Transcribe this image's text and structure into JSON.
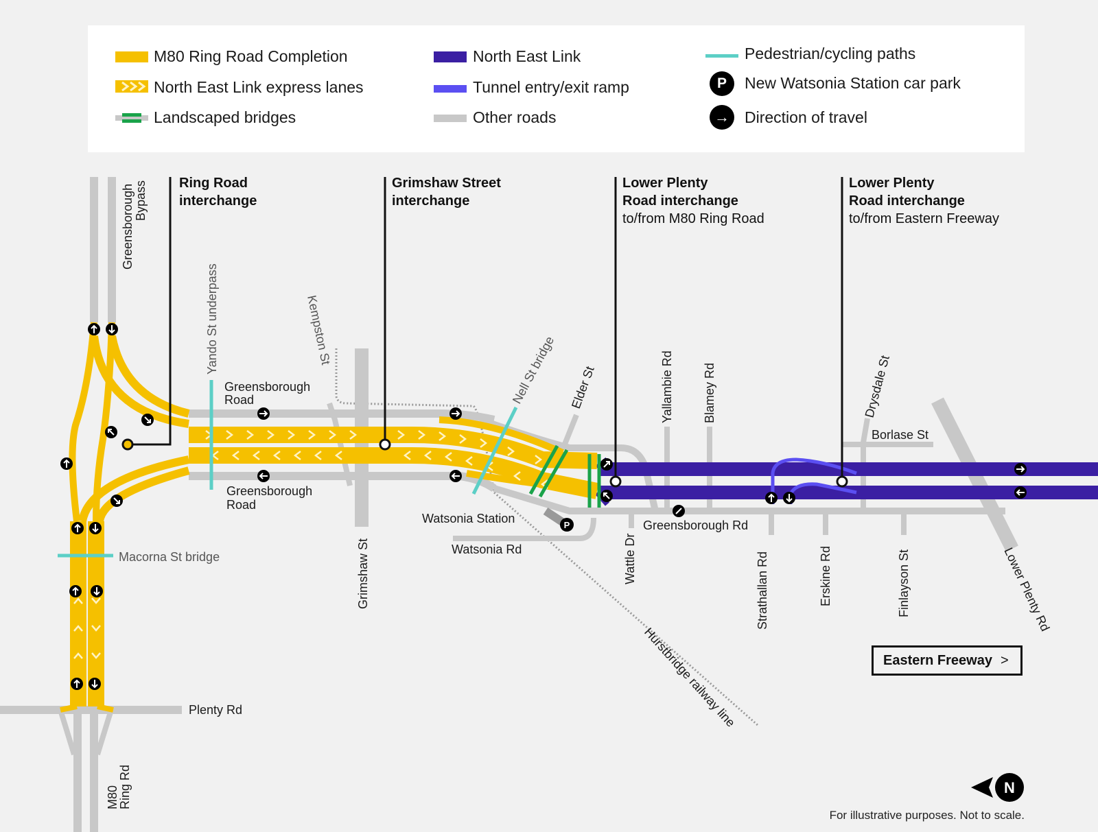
{
  "legend": {
    "items": [
      {
        "label": "M80 Ring Road Completion",
        "swatch": "#f5c000"
      },
      {
        "label": "North East Link express lanes",
        "swatch": "#f5c000"
      },
      {
        "label": "Landscaped bridges",
        "swatch": "#1aa34a"
      },
      {
        "label": "North East Link",
        "swatch": "#3b1fa3"
      },
      {
        "label": "Tunnel entry/exit ramp",
        "swatch": "#5b4ff2"
      },
      {
        "label": "Other roads",
        "swatch": "#c8c8c8"
      },
      {
        "label": "Pedestrian/cycling paths",
        "swatch": "#5ccfc6"
      },
      {
        "label": "New Watsonia Station car park",
        "icon": "parking-icon",
        "glyph": "P"
      },
      {
        "label": "Direction of travel",
        "icon": "arrow-right-icon",
        "glyph": "→"
      }
    ]
  },
  "callouts": {
    "ring_road": {
      "line1": "Ring Road",
      "line2": "interchange"
    },
    "grimshaw": {
      "line1": "Grimshaw Street",
      "line2": "interchange"
    },
    "lower_plenty_m80": {
      "line1": "Lower Plenty",
      "line2": "Road interchange",
      "line3": "to/from M80 Ring Road"
    },
    "lower_plenty_eastern": {
      "line1": "Lower Plenty",
      "line2": "Road interchange",
      "line3": "to/from Eastern Freeway"
    }
  },
  "labels": {
    "greensborough_bypass_1": "Greensborough",
    "greensborough_bypass_2": "Bypass",
    "yando": "Yando St underpass",
    "kempston": "Kempston St",
    "greensborough_road_top_1": "Greensborough",
    "greensborough_road_top_2": "Road",
    "greensborough_road_bottom_1": "Greensborough",
    "greensborough_road_bottom_2": "Road",
    "grimshaw_st": "Grimshaw St",
    "nell_st": "Nell St bridge",
    "elder_st": "Elder St",
    "yallambie": "Yallambie Rd",
    "blamey": "Blamey Rd",
    "drysdale": "Drysdale St",
    "borlase": "Borlase St",
    "watsonia_station": "Watsonia Station",
    "watsonia_rd": "Watsonia Rd",
    "wattle_dr": "Wattle Dr",
    "greensborough_rd": "Greensborough Rd",
    "strathallan": "Strathallan Rd",
    "erskine": "Erskine Rd",
    "finlayson": "Finlayson St",
    "lower_plenty_rd": "Lower Plenty Rd",
    "macorna": "Macorna St bridge",
    "plenty_rd": "Plenty Rd",
    "m80_1": "M80",
    "m80_2": "Ring Rd",
    "hurstbridge": "Hurstbridge railway line"
  },
  "eastern_freeway": {
    "label": "Eastern Freeway",
    "chevron": ">"
  },
  "north_glyph": "N",
  "disclaimer": "For illustrative purposes. Not to scale.",
  "colors": {
    "yellow": "#f5c000",
    "purple": "#3b1fa3",
    "ramp": "#5b4ff2",
    "grey": "#c8c8c8",
    "teal": "#5ccfc6",
    "green": "#1aa34a"
  }
}
